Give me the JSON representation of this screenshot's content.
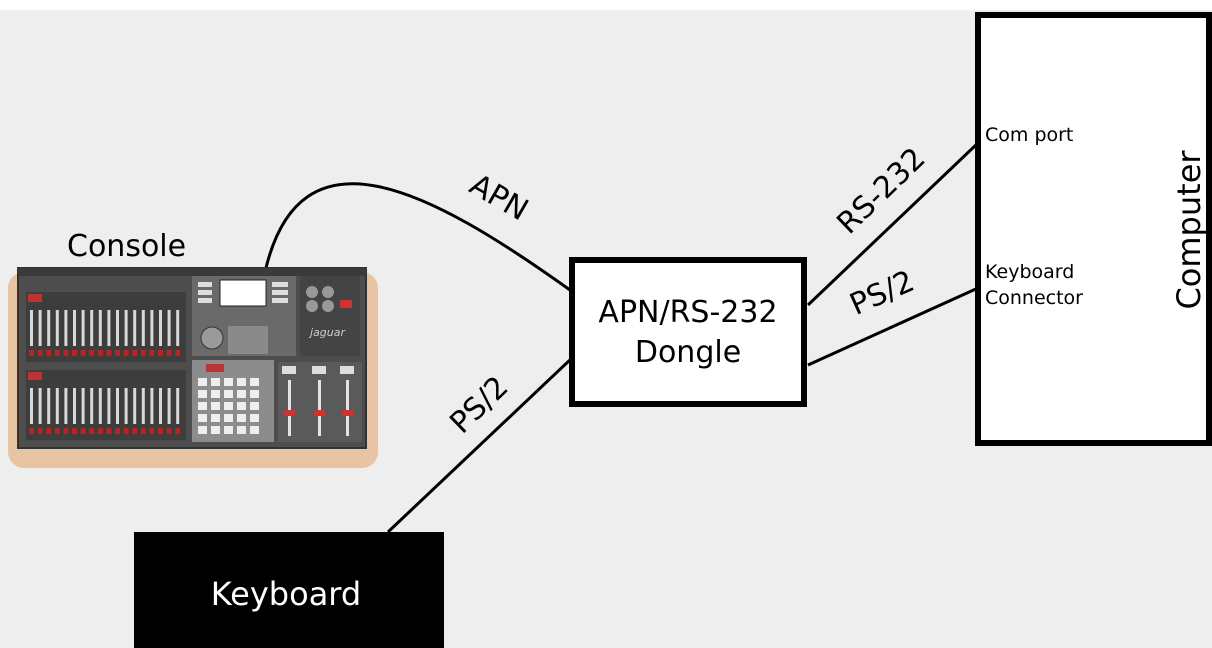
{
  "diagram": {
    "nodes": {
      "console": {
        "label": "Console",
        "panel_brand": "jaguar"
      },
      "dongle": {
        "line1": "APN/RS-232",
        "line2": "Dongle"
      },
      "computer": {
        "label": "Computer",
        "port_com": "Com port",
        "port_kb_line1": "Keyboard",
        "port_kb_line2": "Connector"
      },
      "keyboard": {
        "label": "Keyboard"
      }
    },
    "edges": {
      "console_dongle": "APN",
      "dongle_com": "RS-232",
      "dongle_kb": "PS/2",
      "keyboard_dongle": "PS/2"
    },
    "colors": {
      "background": "#eeeeee",
      "console_pad": "#e8c4a4",
      "console_body": "#505050",
      "keyboard_fill": "#000000",
      "box_fill": "#ffffff"
    }
  }
}
